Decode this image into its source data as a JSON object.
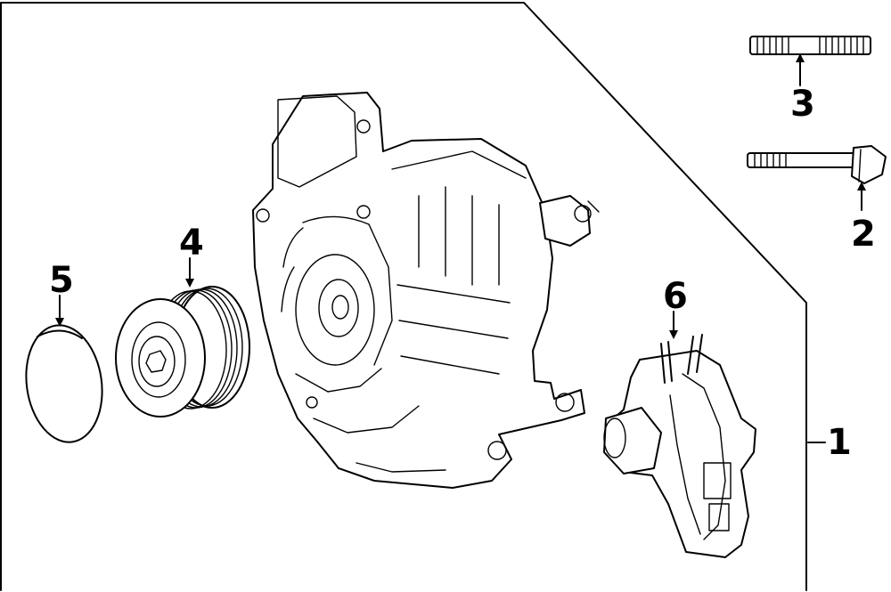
{
  "diagram": {
    "callouts": [
      {
        "id": "1",
        "label": "1"
      },
      {
        "id": "2",
        "label": "2"
      },
      {
        "id": "3",
        "label": "3"
      },
      {
        "id": "4",
        "label": "4"
      },
      {
        "id": "5",
        "label": "5"
      },
      {
        "id": "6",
        "label": "6"
      }
    ],
    "colors": {
      "line": "#000000",
      "background": "#ffffff"
    }
  }
}
